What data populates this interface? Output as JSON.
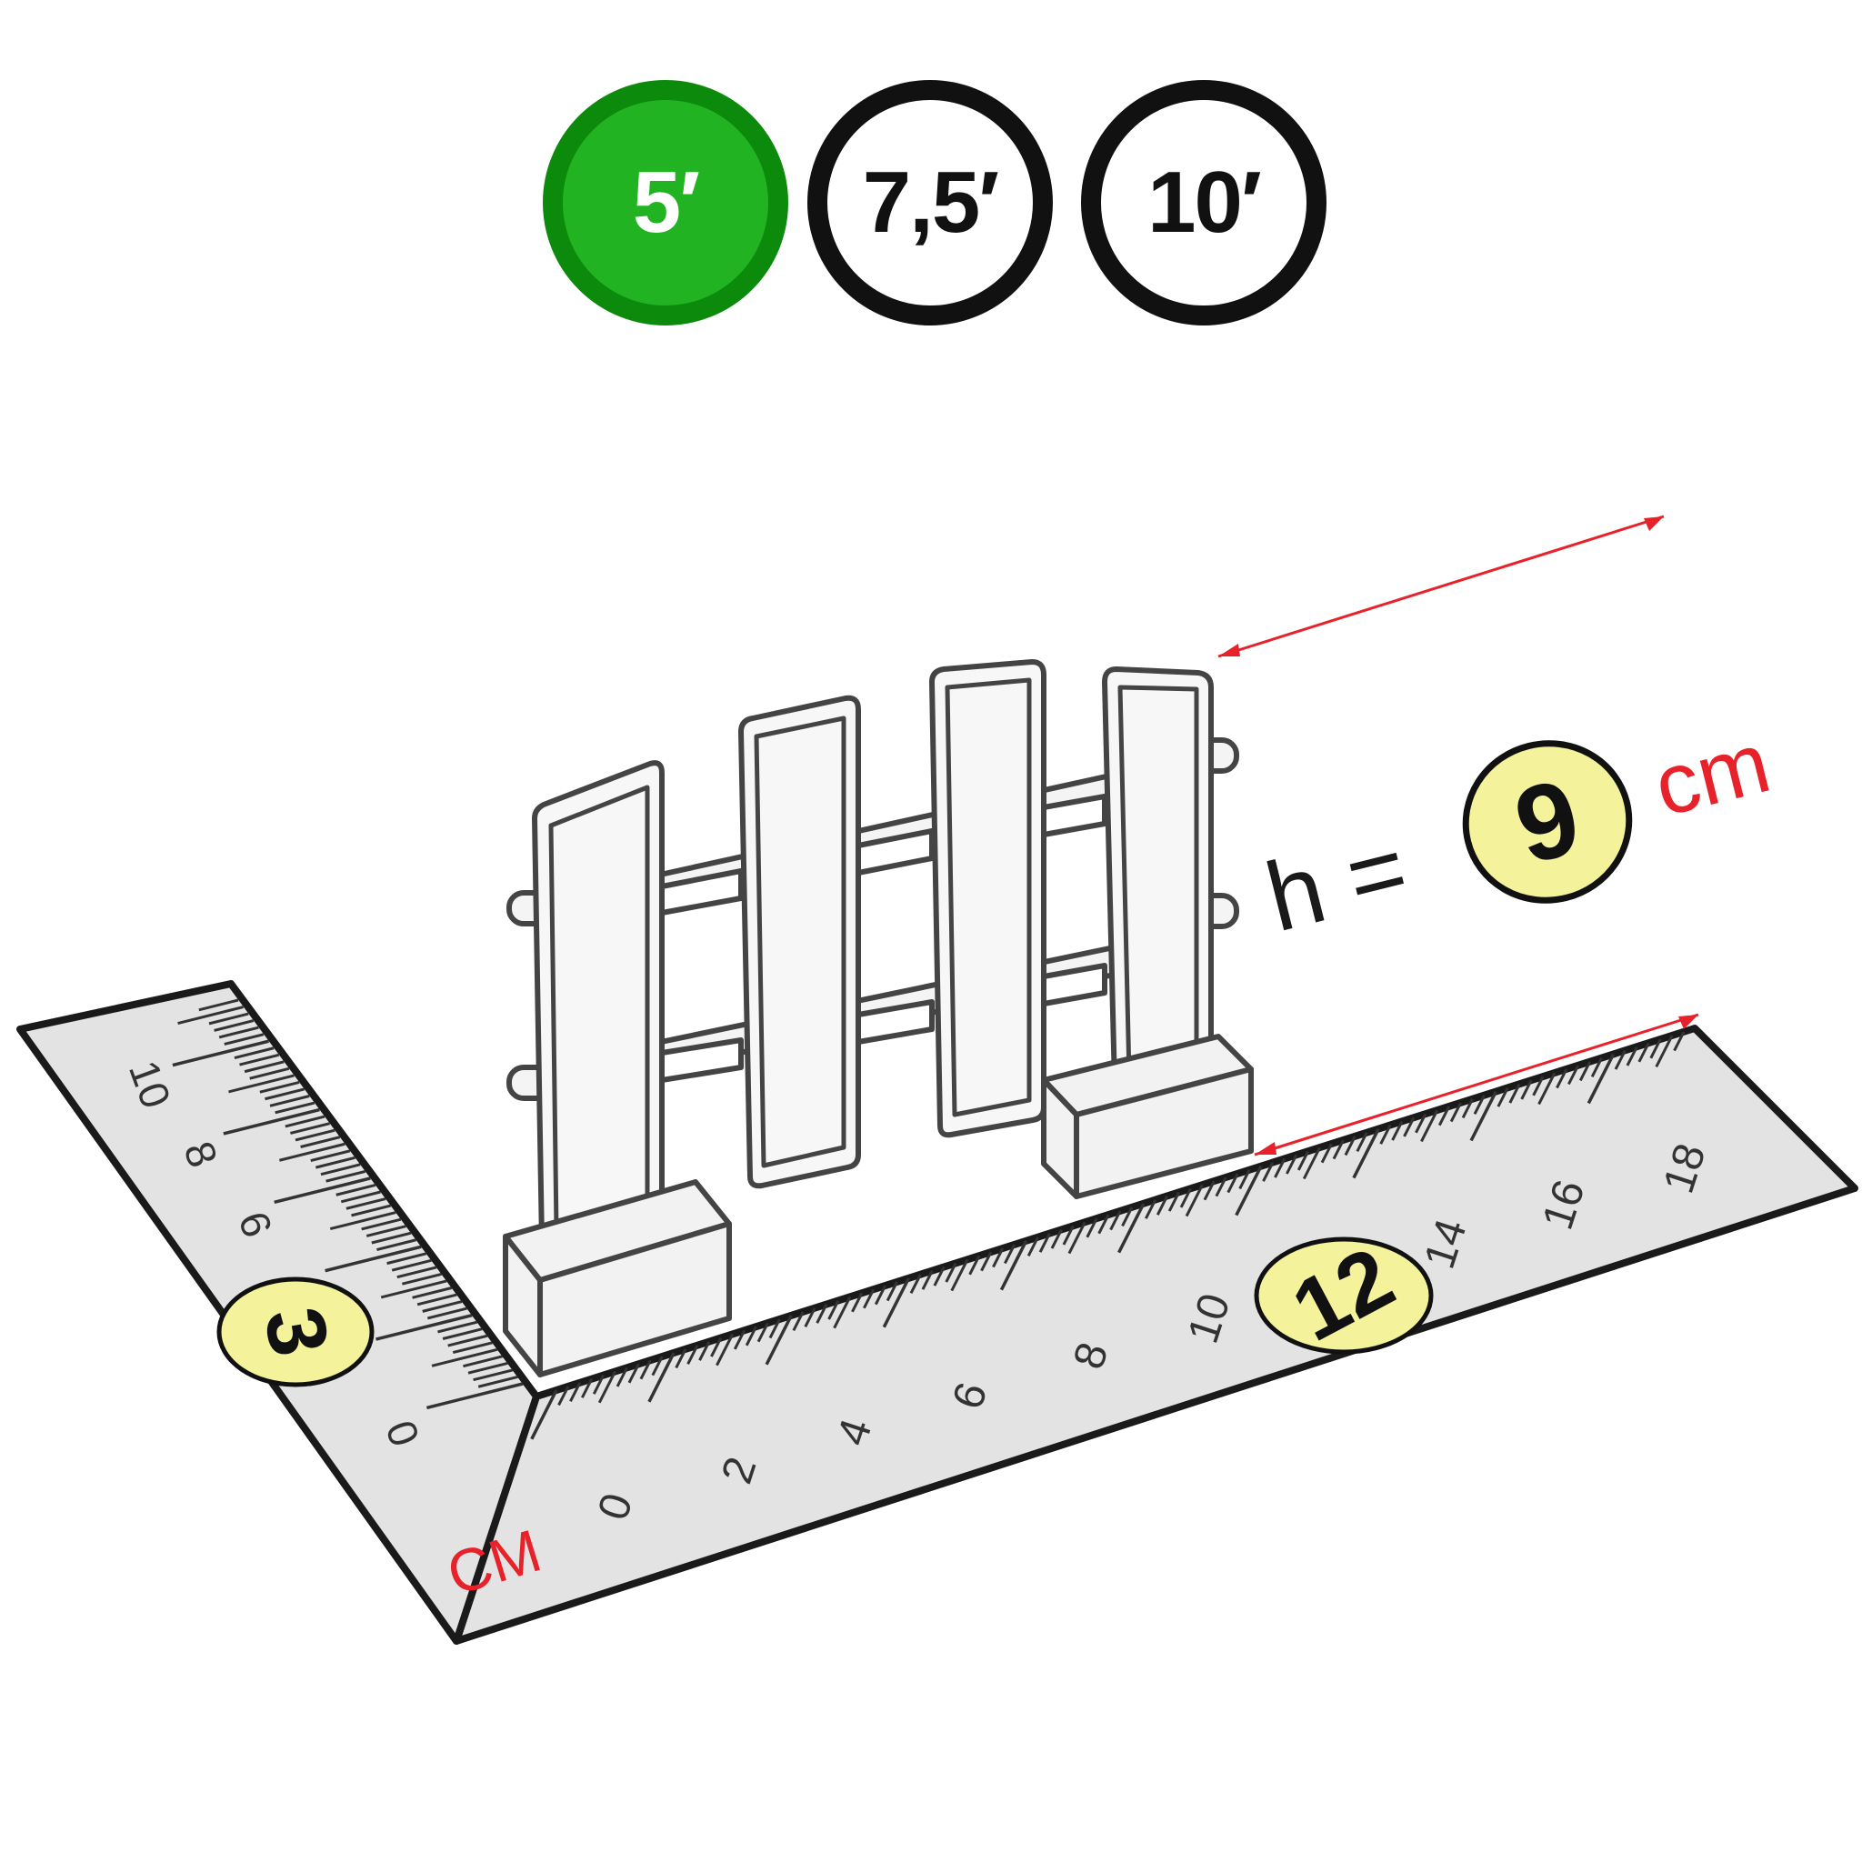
{
  "scale_options": [
    {
      "label": "5′",
      "selected": true
    },
    {
      "label": "7,5′",
      "selected": false
    },
    {
      "label": "10′",
      "selected": false
    }
  ],
  "colors": {
    "selected_fill": "#22b322",
    "selected_border": "#0c8a0c",
    "unselected_border": "#111111",
    "marker_fill": "#f4f29a",
    "measure_red": "#e8222a",
    "ruler_fill": "#e3e3e3"
  },
  "height_label": {
    "prefix": "h =",
    "value": "9",
    "unit": "cm"
  },
  "ruler": {
    "unit_label": "CM",
    "horizontal_ticks": [
      "0",
      "2",
      "4",
      "6",
      "8",
      "10",
      "14",
      "16",
      "18"
    ],
    "vertical_ticks": [
      "0",
      "6",
      "8",
      "10"
    ],
    "length_marker": "12",
    "width_marker": "3"
  }
}
